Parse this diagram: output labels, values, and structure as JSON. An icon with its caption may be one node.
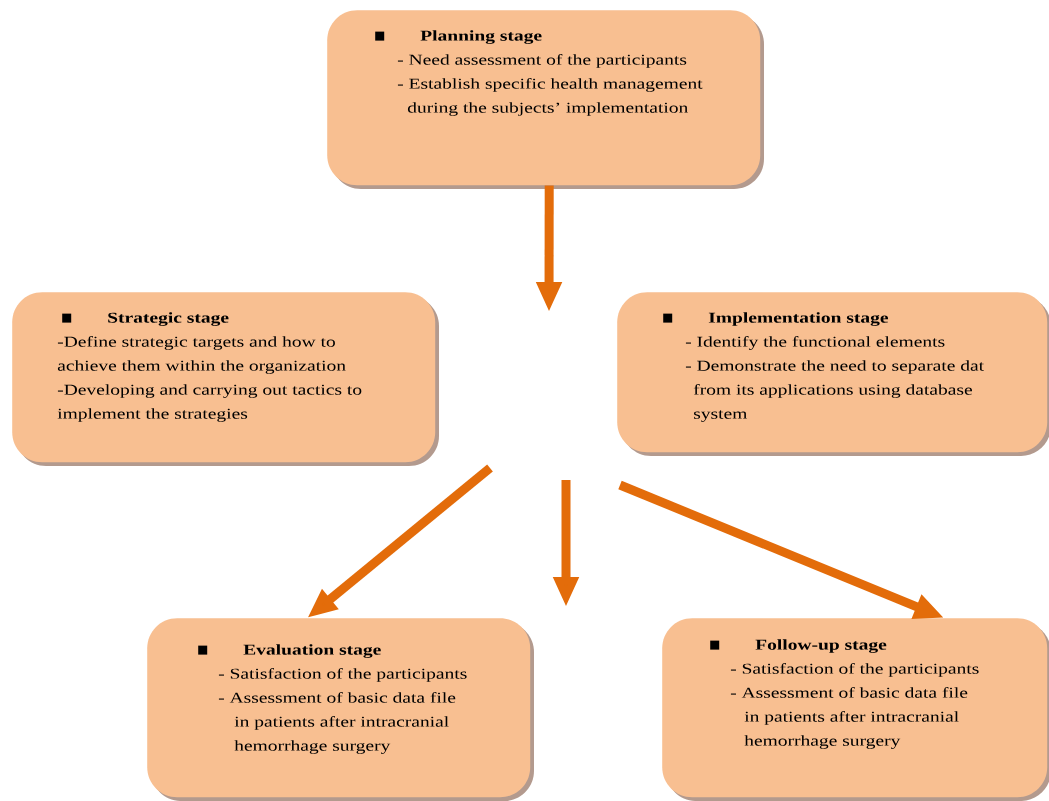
{
  "diagram": {
    "nodes": [
      {
        "text": [
          "Planning stage",
          "- Need assessment of the participants",
          "- Establish specific health management during the subjects’ implementation"
        ]
      },
      {
        "text": [
          "Strategic stage",
          "-Define strategic targets and how to achieve them within the organization",
          "-Developing and carrying out tactics to implement the strategies"
        ]
      },
      {
        "text": [
          "Implementation stage",
          "- Identify the functional elements",
          "- Demonstrate the need to separate dat from its applications using database system"
        ]
      },
      {
        "text": [
          "Evaluation stage",
          "- Satisfaction of the participants",
          "- Assessment of basic data file in patients after intracranial hemorrhage surgery"
        ]
      },
      {
        "text": [
          "Follow-up stage",
          "- Satisfaction of the participants",
          "- Assessment of basic data file in patients after intracranial hemorrhage surgery"
        ]
      }
    ],
    "edges": [
      {
        "from": 0,
        "to": null,
        "arrow": "to"
      },
      {
        "from": null,
        "to": 3,
        "arrow": "to"
      },
      {
        "from": null,
        "to": 4,
        "arrow": "to"
      }
    ]
  }
}
